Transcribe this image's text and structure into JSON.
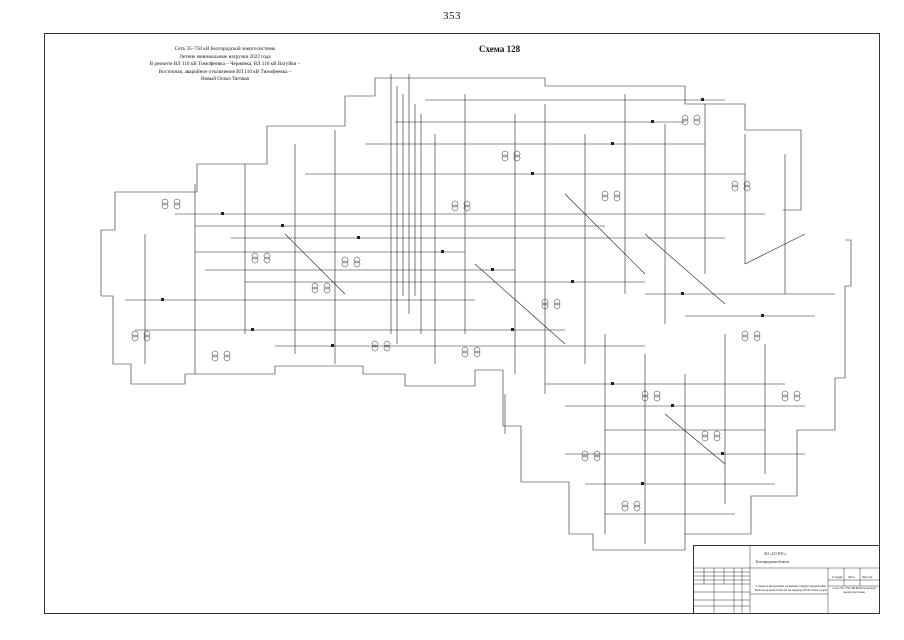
{
  "page_number": "353",
  "scheme_title": "Схема 128",
  "header_lines": [
    "Сеть 35–750 кВ Белгородской энергосистемы",
    "Летние минимальные нагрузки 2022 года",
    "В ремонте ВЛ 110 кВ Тимофеевка – Чернянка, ВЛ 110 кВ Вагуйки –",
    "Восточная, аварийное отключение ВЛ 110 кВ Тимофеевка –",
    "Новый Оскол Тяговая"
  ],
  "title_block": {
    "organization": "АО «СО ЕЭС»",
    "region": "Белгородская область",
    "description": "Схема и программа развития электроэнергетики Белгородской области на период 2018–2022 годов",
    "drawing_title": "Сеть 35–750 кВ Белгородской энергосистемы",
    "stage_label": "Стадия",
    "sheet_label": "Лист",
    "sheets_label": "Листов"
  }
}
